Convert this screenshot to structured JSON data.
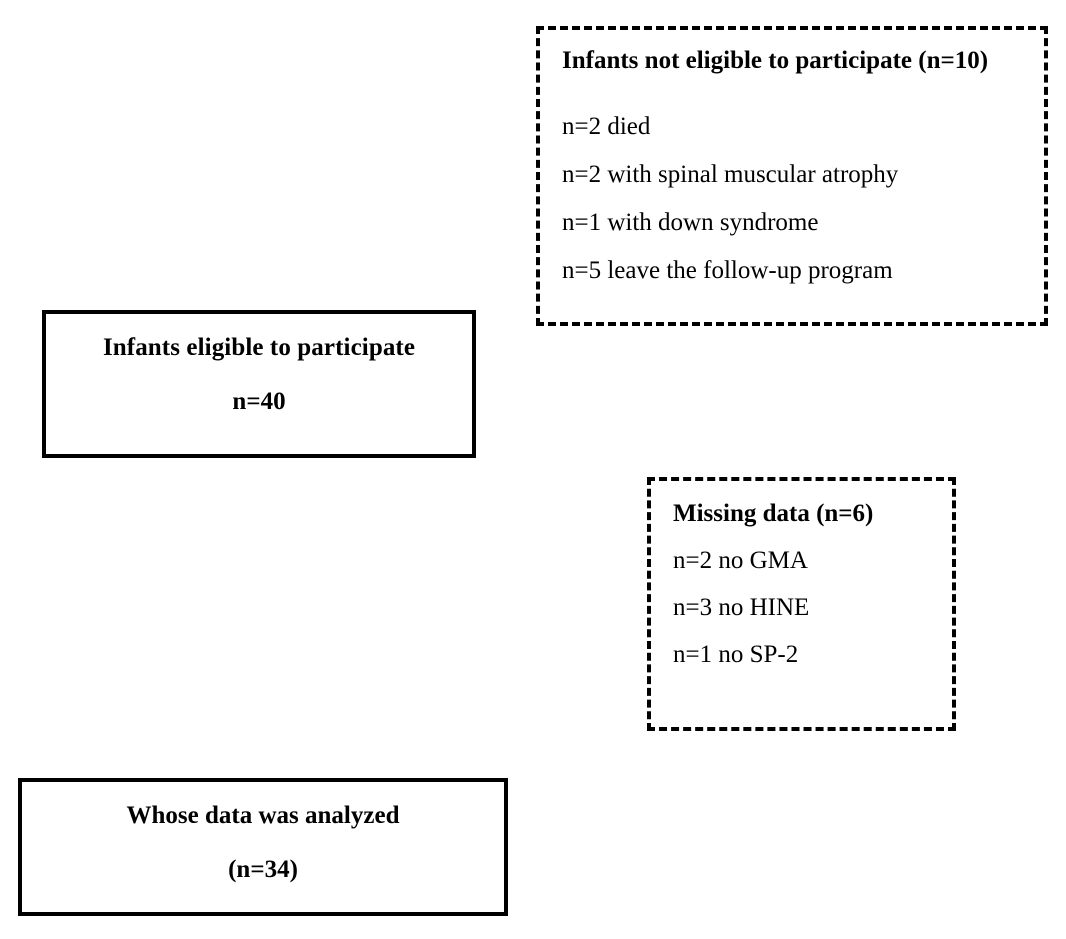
{
  "diagram": {
    "type": "participant-flow-chart",
    "background_color": "#ffffff",
    "line_color": "#000000",
    "nodes": {
      "eligible": {
        "border_style": "solid",
        "title": "Infants eligible to participate",
        "count_label": "n=40"
      },
      "not_eligible": {
        "border_style": "dashed",
        "heading": "Infants not eligible to participate (n=10)",
        "reasons": [
          "n=2 died",
          "n=2 with spinal muscular atrophy",
          "n=1 with down syndrome",
          "n=5 leave the follow-up program"
        ]
      },
      "missing_data": {
        "border_style": "dashed",
        "heading": "Missing data (n=6)",
        "reasons": [
          "n=2 no GMA",
          "n=3 no HINE",
          "n=1 no SP-2"
        ]
      },
      "analyzed": {
        "border_style": "solid",
        "title": "Whose data was analyzed",
        "count_label": "(n=34)"
      }
    }
  }
}
